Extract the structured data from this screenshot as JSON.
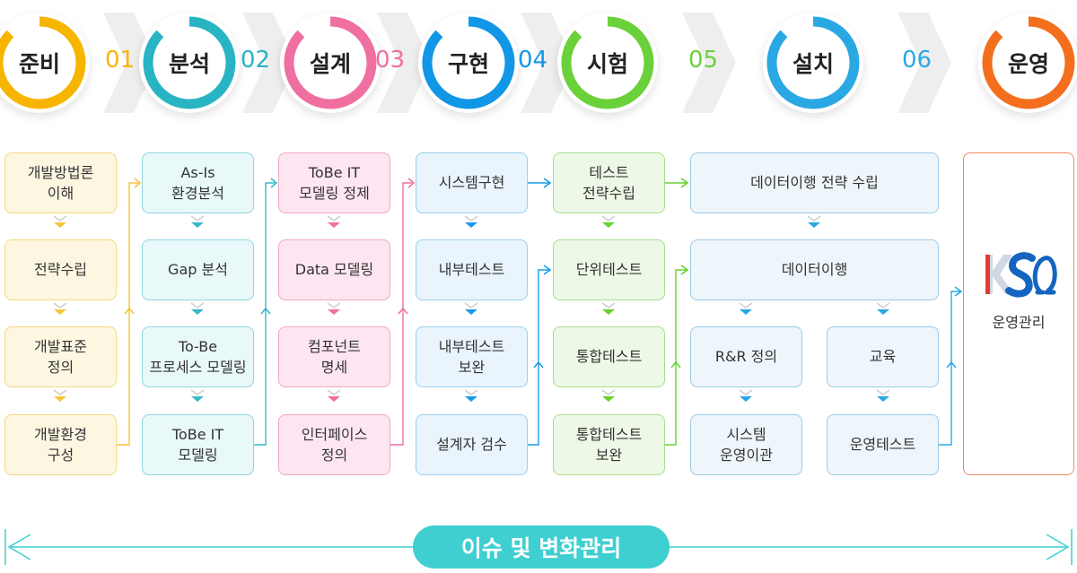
{
  "stages": [
    {
      "label": "준비",
      "number": "01",
      "color": "#f7b500"
    },
    {
      "label": "분석",
      "number": "02",
      "color": "#28b4c3"
    },
    {
      "label": "설계",
      "number": "03",
      "color": "#ef6fa1"
    },
    {
      "label": "구현",
      "number": "04",
      "color": "#1296e6"
    },
    {
      "label": "시험",
      "number": "05",
      "color": "#6bd13a"
    },
    {
      "label": "설치",
      "number": "06",
      "color": "#2aa8e4"
    },
    {
      "label": "운영",
      "number": "",
      "color": "#f36f1e"
    }
  ],
  "columns": {
    "prep": [
      "개발방법론\n이해",
      "전략수립",
      "개발표준\n정의",
      "개발환경\n구성"
    ],
    "analysis": [
      "As-Is\n환경분석",
      "Gap 분석",
      "To-Be\n프로세스 모델링",
      "ToBe IT\n모델링"
    ],
    "design": [
      "ToBe IT\n모델링 정제",
      "Data 모델링",
      "컴포넌트\n명세",
      "인터페이스\n정의"
    ],
    "implement": [
      "시스템구현",
      "내부테스트",
      "내부테스트\n보완",
      "설계자 검수"
    ],
    "test": [
      "테스트\n전략수립",
      "단위테스트",
      "통합테스트",
      "통합테스트\n보완"
    ],
    "install": {
      "top": "데이터이행 전략 수립",
      "mid": "데이터이행",
      "left": [
        "R&R 정의",
        "시스템\n운영이관"
      ],
      "right": [
        "교육",
        "운영테스트"
      ]
    },
    "ops": {
      "logo_text": "KSΩ",
      "label": "운영관리"
    }
  },
  "issue_label": "이슈 및 변화관리",
  "colors": {
    "issue": "#3fcfd0",
    "chevron": "#eeeeee"
  }
}
